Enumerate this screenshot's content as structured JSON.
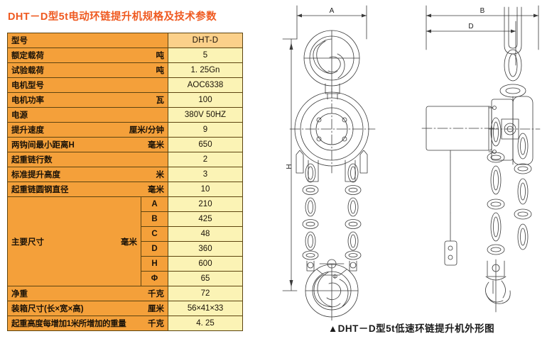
{
  "title": "DHT－D型5t电动环链提升机规格及技术参数",
  "table": {
    "rows": [
      {
        "label": "型号",
        "unit": "",
        "value": "DHT-D",
        "head": true
      },
      {
        "label": "额定载荷",
        "unit": "吨",
        "value": "5"
      },
      {
        "label": "试验载荷",
        "unit": "吨",
        "value": "1. 25Gn"
      },
      {
        "label": "电机型号",
        "unit": "",
        "value": "AOC6338"
      },
      {
        "label": "电机功率",
        "unit": "瓦",
        "value": "100"
      },
      {
        "label": "电源",
        "unit": "",
        "value": "380V   50HZ"
      },
      {
        "label": "提升速度",
        "unit": "厘米/分钟",
        "value": "9"
      },
      {
        "label": "两钩间最小距离H",
        "unit": "毫米",
        "value": "650"
      },
      {
        "label": "起重链行数",
        "unit": "",
        "value": "2"
      },
      {
        "label": "标准提升高度",
        "unit": "米",
        "value": "3"
      },
      {
        "label": "起重链圆钢直径",
        "unit": "毫米",
        "value": "10"
      }
    ],
    "dimensions": {
      "group_label": "主要尺寸",
      "unit": "毫米",
      "items": [
        {
          "key": "A",
          "value": "210"
        },
        {
          "key": "B",
          "value": "425"
        },
        {
          "key": "C",
          "value": "48"
        },
        {
          "key": "D",
          "value": "360"
        },
        {
          "key": "H",
          "value": "600"
        },
        {
          "key": "Φ",
          "value": "65"
        }
      ]
    },
    "footer_rows": [
      {
        "label": "净重",
        "unit": "千克",
        "value": "72"
      },
      {
        "label": "装箱尺寸(长×宽×高)",
        "unit": "厘米",
        "value": "56×41×33",
        "small": true
      },
      {
        "label": "起重高度每增加1米所增加的重量",
        "unit": "千克",
        "value": "4. 25",
        "tight": true
      }
    ]
  },
  "drawing": {
    "caption": "▲DHT－D型5t低速环链提升机外形图",
    "dimension_labels": {
      "A": "A",
      "B": "B",
      "D": "D",
      "H": "H",
      "phi": "Φ"
    }
  },
  "colors": {
    "title": "#ef5a21",
    "label_cell": "#f4a03a",
    "value_cell": "#fbf3b5",
    "header_value_cell": "#fbd08a",
    "border": "#5d4410",
    "drawing_line": "#3a3a3a"
  }
}
